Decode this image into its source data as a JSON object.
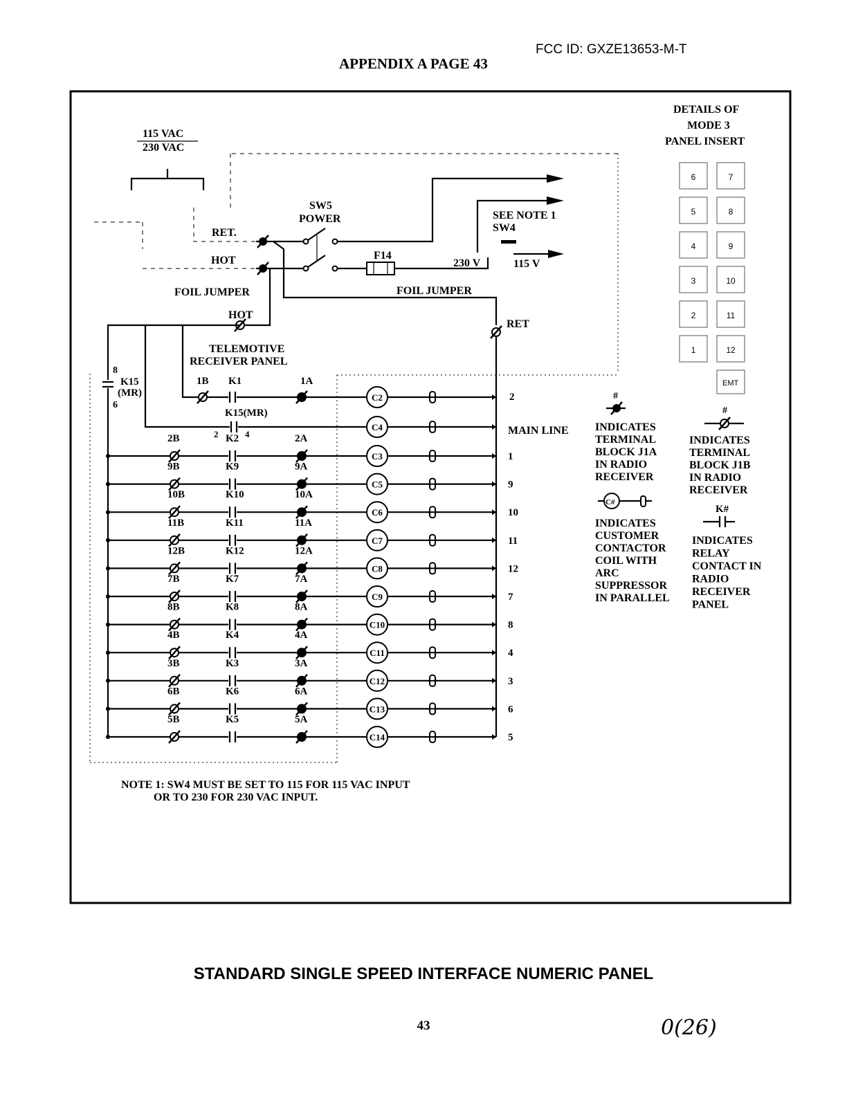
{
  "header": {
    "fcc_id": "FCC ID: GXZE13653-M-T",
    "appendix": "APPENDIX A PAGE 43"
  },
  "supply": {
    "top": "115 VAC",
    "bottom": "230 VAC"
  },
  "switch_area": {
    "sw5": "SW5",
    "power": "POWER",
    "ret": "RET.",
    "hot": "HOT",
    "fuse": "F14",
    "see_note": "SEE NOTE 1",
    "sw4": "SW4",
    "v230": "230 V",
    "v115": "115 V",
    "foil_left": "FOIL JUMPER",
    "foil_right": "FOIL JUMPER",
    "hot2": "HOT",
    "ret2": "RET"
  },
  "panel_title": {
    "line1": "TELEMOTIVE",
    "line2": "RECEIVER PANEL"
  },
  "k15": {
    "label": "K15",
    "sub": "(MR)",
    "top": "8",
    "bottom": "6",
    "main_relay": "K15(MR)",
    "pin_left": "2",
    "pin_right": "4"
  },
  "first_row": {
    "left": "1B",
    "relay": "K1",
    "right": "1A"
  },
  "rows": [
    {
      "b": "2B",
      "k": "K2",
      "a": "2A",
      "c": "C3",
      "out": "1"
    },
    {
      "b": "9B",
      "k": "K9",
      "a": "9A",
      "c": "C5",
      "out": "9"
    },
    {
      "b": "10B",
      "k": "K10",
      "a": "10A",
      "c": "C6",
      "out": "10"
    },
    {
      "b": "11B",
      "k": "K11",
      "a": "11A",
      "c": "C7",
      "out": "11"
    },
    {
      "b": "12B",
      "k": "K12",
      "a": "12A",
      "c": "C8",
      "out": "12"
    },
    {
      "b": "7B",
      "k": "K7",
      "a": "7A",
      "c": "C9",
      "out": "7"
    },
    {
      "b": "8B",
      "k": "K8",
      "a": "8A",
      "c": "C10",
      "out": "8"
    },
    {
      "b": "4B",
      "k": "K4",
      "a": "4A",
      "c": "C11",
      "out": "4"
    },
    {
      "b": "3B",
      "k": "K3",
      "a": "3A",
      "c": "C12",
      "out": "3"
    },
    {
      "b": "6B",
      "k": "K6",
      "a": "6A",
      "c": "C13",
      "out": "6"
    },
    {
      "b": "5B",
      "k": "K5",
      "a": "5A",
      "c": "C14",
      "out": "5"
    }
  ],
  "top_coils": [
    {
      "c": "C2",
      "out": "2"
    },
    {
      "c": "C4",
      "out": "MAIN LINE"
    }
  ],
  "panel_insert": {
    "title1": "DETAILS OF",
    "title2": "MODE 3",
    "title3": "PANEL INSERT",
    "left": [
      "6",
      "5",
      "4",
      "3",
      "2",
      "1"
    ],
    "right": [
      "7",
      "8",
      "9",
      "10",
      "11",
      "12"
    ],
    "emt": "EMT"
  },
  "legend": {
    "hash": "#",
    "j1a": [
      "INDICATES",
      "TERMINAL",
      "BLOCK J1A",
      "IN RADIO",
      "RECEIVER"
    ],
    "j1b": [
      "INDICATES",
      "TERMINAL",
      "BLOCK J1B",
      "IN RADIO",
      "RECEIVER"
    ],
    "coil_symbol": "C#",
    "coil": [
      "INDICATES",
      "CUSTOMER",
      "CONTACTOR",
      "COIL WITH",
      "ARC",
      "SUPPRESSOR",
      "IN PARALLEL"
    ],
    "relay_symbol": "K#",
    "relay": [
      "INDICATES",
      "RELAY",
      "CONTACT IN",
      "RADIO",
      "RECEIVER",
      "PANEL"
    ]
  },
  "note": {
    "line1": "NOTE 1: SW4 MUST BE SET TO 115 FOR 115 VAC INPUT",
    "line2": "OR TO 230 FOR 230 VAC INPUT."
  },
  "footer": {
    "title": "STANDARD SINGLE SPEED INTERFACE NUMERIC PANEL",
    "page": "43",
    "handwritten": "0(26)"
  }
}
